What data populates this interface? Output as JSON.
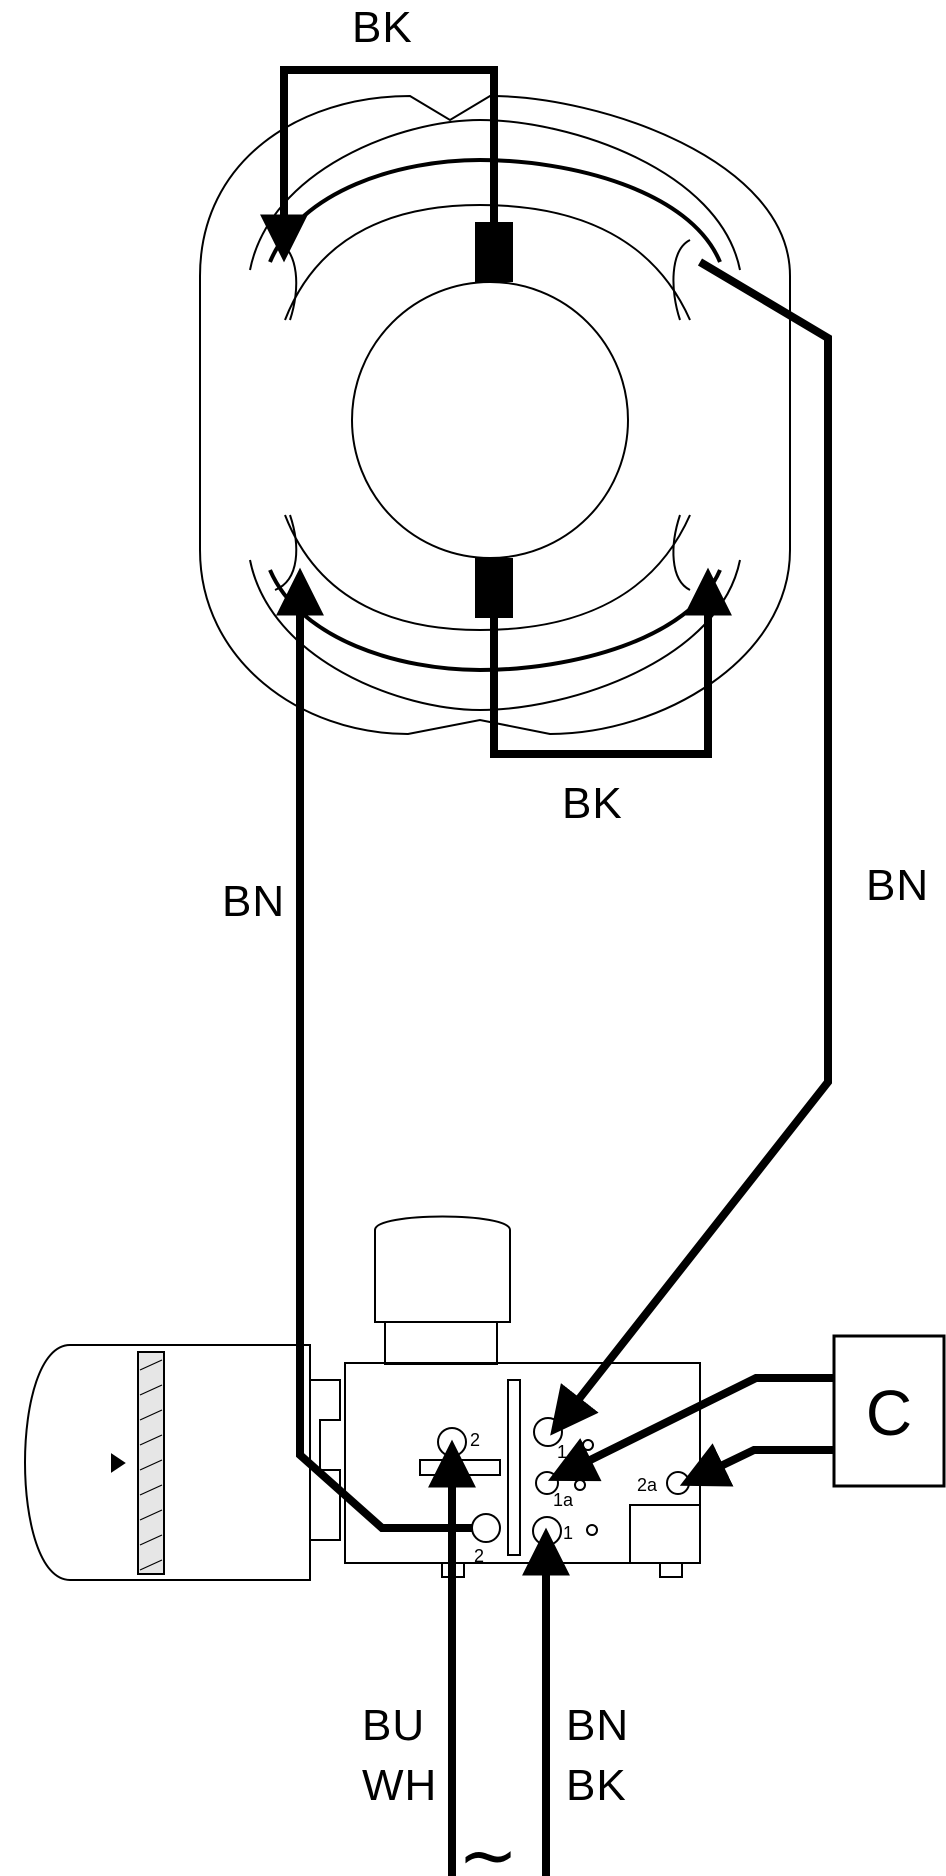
{
  "colors": {
    "ink": "#000000",
    "paper": "#ffffff"
  },
  "labels": {
    "top_bk": "BK",
    "mid_bk": "BK",
    "left_bn": "BN",
    "right_bn": "BN",
    "supply_left_line1": "BU",
    "supply_left_line2": "WH",
    "supply_right_line1": "BN",
    "supply_right_line2": "BK",
    "supply_symbol": "~"
  },
  "capacitor": {
    "label": "C"
  },
  "switch_terminals": {
    "t2_top": "2",
    "t2_bottom": "2",
    "t1_top": "1",
    "t1a": "1a",
    "t1_bottom": "1",
    "t2a": "2a"
  },
  "icons": [
    "motor-stator-icon",
    "rotor-icon",
    "brush-icon",
    "switch-body-icon",
    "capacitor-icon",
    "ac-supply-icon"
  ]
}
